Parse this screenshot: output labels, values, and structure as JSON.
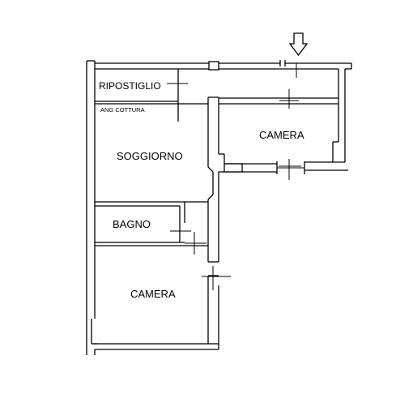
{
  "plan": {
    "rooms": {
      "ripostiglio": "RIPOSTIGLIO",
      "ang_cottura": "ANG COTTURA",
      "soggiorno": "SOGGIORNO",
      "bagno": "BAGNO",
      "camera_bottom": "CAMERA",
      "camera_top": "CAMERA"
    },
    "colors": {
      "line": "#000000",
      "background": "#ffffff"
    },
    "icons": {
      "entrance": "entrance-arrow-icon"
    }
  }
}
